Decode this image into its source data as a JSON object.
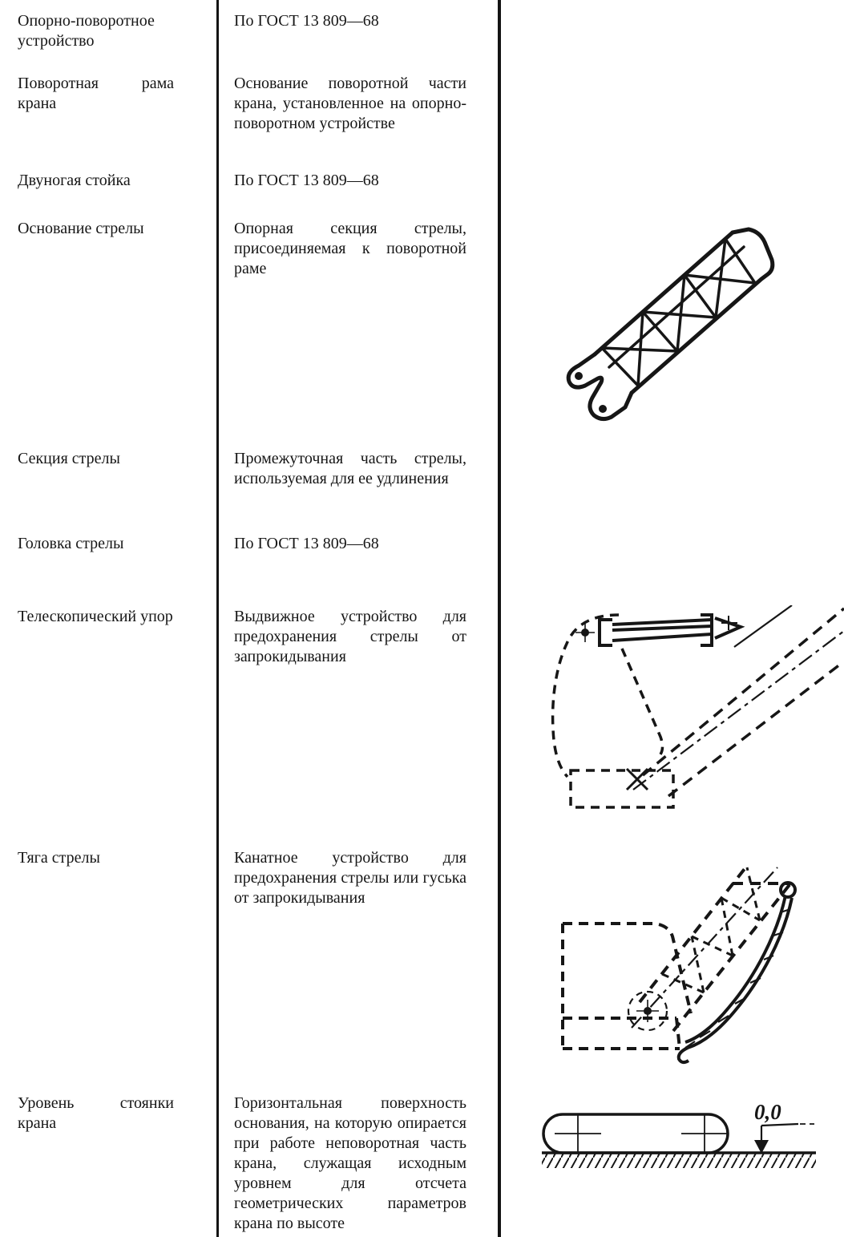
{
  "page": {
    "background": "#ffffff",
    "ink": "#161616"
  },
  "glossary": {
    "rows": [
      {
        "term": "Опорно-поворотное устройство",
        "definition": "По ГОСТ 13 809—68"
      },
      {
        "term": "Поворотная рама крана",
        "definition": "Основание поворотной части крана, установленное на опорно-поворотном устройстве"
      },
      {
        "term": "Двуногая стойка",
        "definition": "По ГОСТ 13 809—68"
      },
      {
        "term": "Основание стрелы",
        "definition": "Опорная секция стрелы, присоединяемая к поворотной раме"
      },
      {
        "term": "Секция стрелы",
        "definition": "Промежуточная часть стрелы, используемая для ее удлинения"
      },
      {
        "term": "Головка стрелы",
        "definition": "По ГОСТ 13 809—68"
      },
      {
        "term": "Телескопический упор",
        "definition": "Выдвижное устройство для предохранения стрелы от запрокидывания"
      },
      {
        "term": "Тяга стрелы",
        "definition": "Канатное устройство для предохранения стрелы или гуська от запрокидывания"
      },
      {
        "term": "Уровень стоянки крана",
        "definition": "Горизонтальная поверхность основания, на которую опирается при работе неповоротная часть крана, служащая исходным уровнем для отсчета геометрических параметров крана по высоте"
      }
    ]
  },
  "figures": {
    "ground_level_label": "0,0"
  }
}
